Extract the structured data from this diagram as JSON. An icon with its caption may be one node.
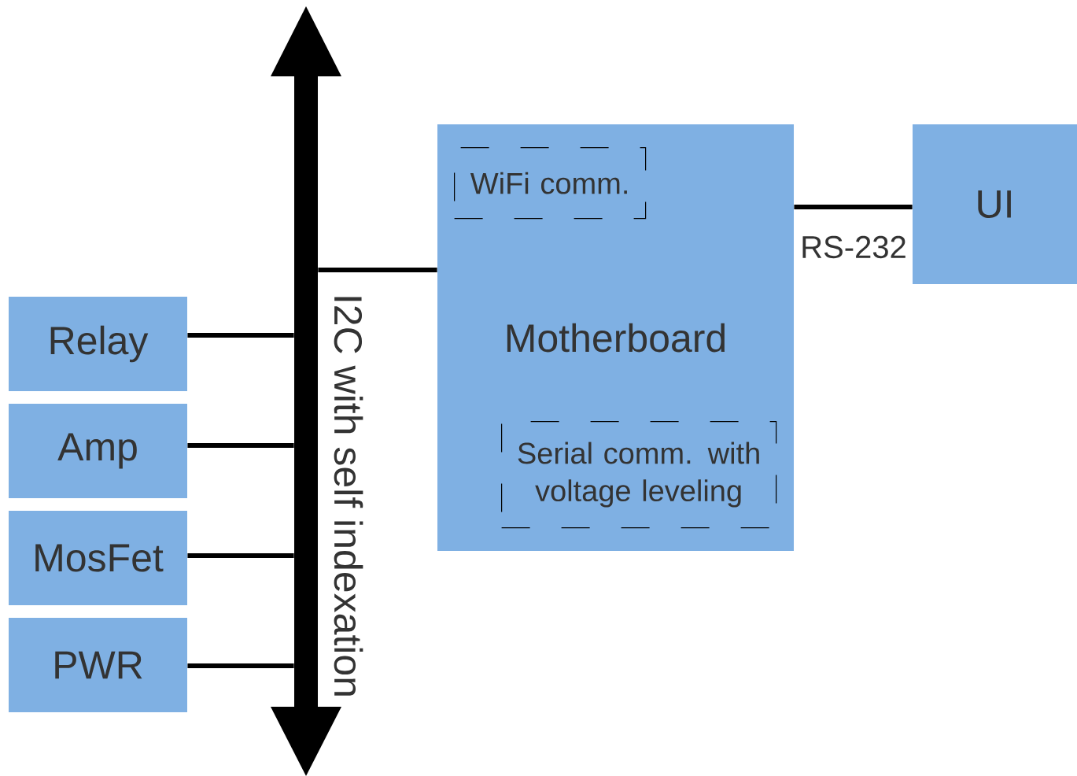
{
  "diagram": {
    "nodes": [
      {
        "text": [
          "Relay"
        ]
      },
      {
        "text": [
          "Amp"
        ]
      },
      {
        "text": [
          "MosFet"
        ]
      },
      {
        "text": [
          "PWR"
        ]
      },
      {
        "text": [],
        "shape": "bar",
        "beside": [
          "I2C with self indexation"
        ]
      },
      {
        "text": [
          "Motherboard"
        ]
      },
      {
        "text": [
          "WiFi comm."
        ],
        "in": 5
      },
      {
        "text": [
          "Serial comm. with voltage leveling"
        ],
        "in": 5
      },
      {
        "text": [
          "UI"
        ]
      }
    ],
    "edges": [
      {
        "from": 0,
        "to": 4,
        "arrow": "none"
      },
      {
        "from": 1,
        "to": 4,
        "arrow": "none"
      },
      {
        "from": 2,
        "to": 4,
        "arrow": "none"
      },
      {
        "from": 3,
        "to": 4,
        "arrow": "none"
      },
      {
        "from": 4,
        "to": 5,
        "arrow": "none"
      },
      {
        "from": 5,
        "to": 8,
        "arrow": "none",
        "label": "RS-232"
      }
    ]
  }
}
